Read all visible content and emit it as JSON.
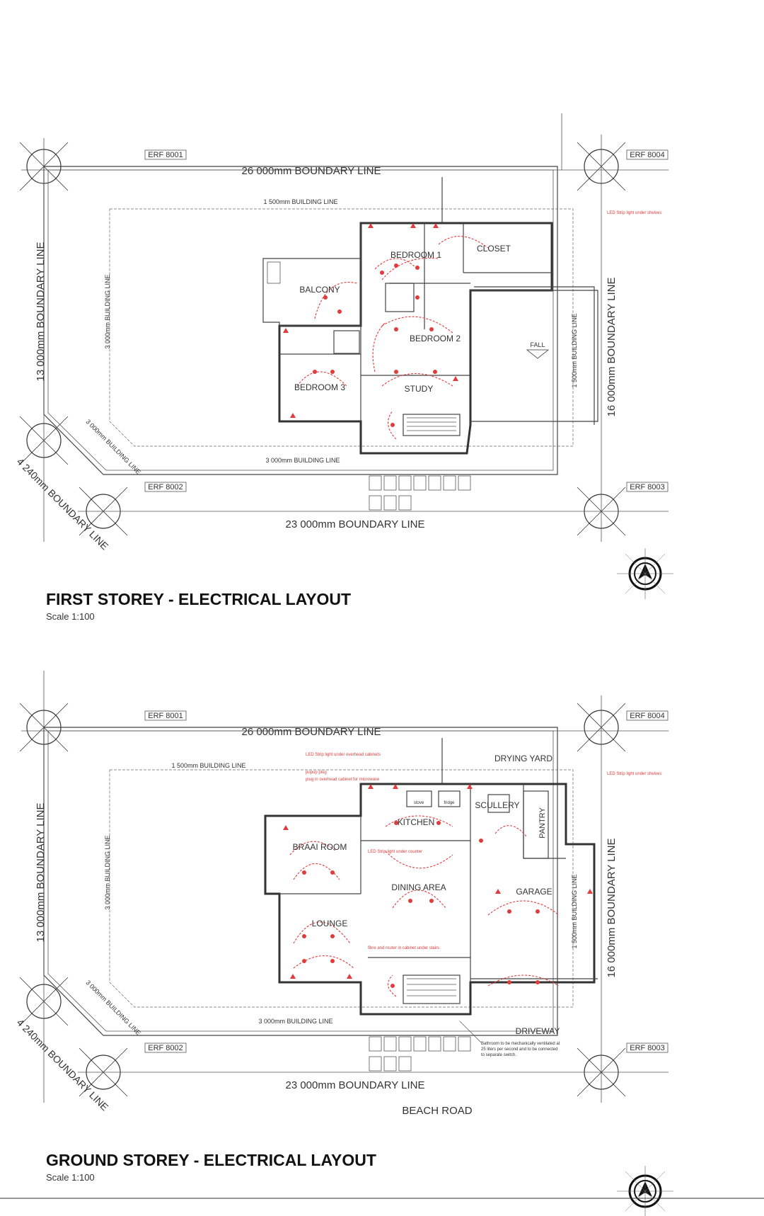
{
  "plans": [
    {
      "id": "first",
      "title": "FIRST STOREY - ELECTRICAL LAYOUT",
      "scale": "Scale 1:100",
      "boundary_top": "26 000mm BOUNDARY LINE",
      "boundary_bottom": "23 000mm BOUNDARY LINE",
      "boundary_left": "13 000mm BOUNDARY LINE",
      "boundary_right": "16 000mm BOUNDARY LINE",
      "boundary_corner": "4 240mm BOUNDARY LINE",
      "building_top": "1 500mm BUILDING LINE",
      "building_bottom": "3 000mm BUILDING LINE",
      "building_left": "3 000mm BUILDING LINE",
      "building_right": "1 500mm BUILDING LINE",
      "building_corner": "3 000mm BUILDING LINE",
      "erf_tl": "ERF 8001",
      "erf_tr": "ERF 8004",
      "erf_bl": "ERF 8002",
      "erf_br": "ERF 8003",
      "rooms": {
        "bedroom1": "BEDROOM 1",
        "closet": "CLOSET",
        "balcony": "BALCONY",
        "bedroom2": "BEDROOM 2",
        "bedroom3": "BEDROOM 3",
        "study": "STUDY",
        "fall": "FALL"
      },
      "notes": {
        "strip": "LED Strip light under shelves"
      }
    },
    {
      "id": "ground",
      "title": "GROUND STOREY - ELECTRICAL LAYOUT",
      "scale": "Scale 1:100",
      "boundary_top": "26 000mm BOUNDARY LINE",
      "boundary_bottom": "23 000mm BOUNDARY LINE",
      "boundary_left": "13 000mm BOUNDARY LINE",
      "boundary_right": "16 000mm BOUNDARY LINE",
      "boundary_corner": "4 240mm BOUNDARY LINE",
      "building_top": "1 500mm BUILDING LINE",
      "building_bottom": "3 000mm BUILDING LINE",
      "building_left": "3 000mm BUILDING LINE",
      "building_right": "1 500mm BUILDING LINE",
      "building_corner": "3 000mm BUILDING LINE",
      "erf_tl": "ERF 8001",
      "erf_tr": "ERF 8004",
      "erf_bl": "ERF 8002",
      "erf_br": "ERF 8003",
      "road": "BEACH ROAD",
      "rooms": {
        "drying": "DRYING YARD",
        "scullery": "SCULLERY",
        "pantry": "PANTRY",
        "kitchen": "KITCHEN",
        "braai": "BRAAI ROOM",
        "dining": "DINING AREA",
        "garage": "GARAGE",
        "lounge": "LOUNGE",
        "driveway": "DRIVEWAY"
      },
      "appliances": {
        "stove": "stove",
        "fridge": "fridge"
      },
      "notes": {
        "strip_cabinets": "LED Strip light under overhead cabinets",
        "popup": "popup plug",
        "plug_micro": "plug in overhead cabinet for microwave",
        "strip_counter": "LED Strip light under counter",
        "strip_shelves": "LED Strip light under shelves",
        "fibre": "fibre and router in cabinet under stairs",
        "bathroom": "Bathroom to be mechanically ventilated at 25 liters per second and to be connected to separate switch."
      }
    }
  ]
}
